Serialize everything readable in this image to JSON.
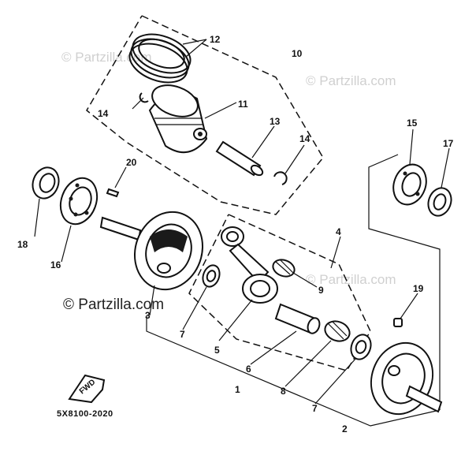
{
  "diagram": {
    "code": "5X8100-2020",
    "direction_label": "FWD",
    "watermarks": [
      "© Partzilla.com",
      "© Partzilla.com",
      "© Partzilla.com",
      "© Partzilla.com"
    ],
    "callouts": {
      "c1": "1",
      "c2": "2",
      "c3": "3",
      "c4": "4",
      "c5": "5",
      "c6": "6",
      "c7a": "7",
      "c7b": "7",
      "c8": "8",
      "c9": "9",
      "c10": "10",
      "c11": "11",
      "c12": "12",
      "c13": "13",
      "c14a": "14",
      "c14b": "14",
      "c15": "15",
      "c16": "16",
      "c17": "17",
      "c18": "18",
      "c19": "19",
      "c20": "20"
    }
  }
}
